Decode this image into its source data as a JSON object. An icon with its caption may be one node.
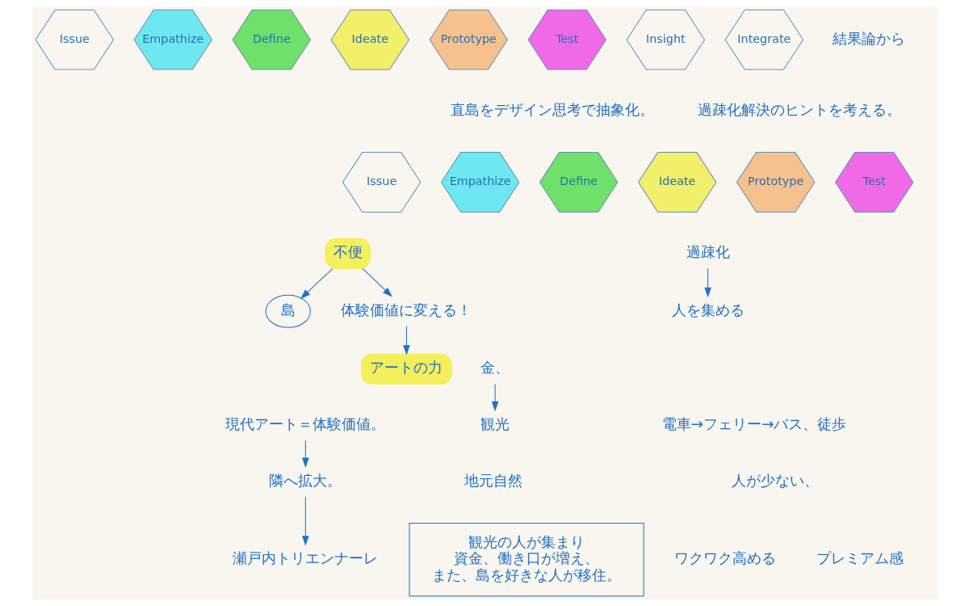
{
  "diagram": {
    "nodes": [
      {
        "text": [
          "Issue"
        ]
      },
      {
        "text": [
          "Empathize"
        ]
      },
      {
        "text": [
          "Define"
        ]
      },
      {
        "text": [
          "Ideate"
        ]
      },
      {
        "text": [
          "Prototype"
        ]
      },
      {
        "text": [
          "Test"
        ]
      },
      {
        "text": [
          "Insight"
        ]
      },
      {
        "text": [
          "Integrate"
        ]
      },
      {
        "text": [
          "Issue"
        ]
      },
      {
        "text": [
          "Empathize"
        ]
      },
      {
        "text": [
          "Define"
        ]
      },
      {
        "text": [
          "Ideate"
        ]
      },
      {
        "text": [
          "Prototype"
        ]
      },
      {
        "text": [
          "Test"
        ]
      },
      {
        "text": [
          "不便"
        ]
      },
      {
        "text": [
          "島"
        ]
      },
      {
        "text": [
          "体験価値に変える！"
        ]
      },
      {
        "text": [
          "アートの力"
        ]
      },
      {
        "text": [
          "現代アート＝体験価値。"
        ]
      },
      {
        "text": [
          "隣へ拡大。"
        ]
      },
      {
        "text": [
          "瀬戸内トリエンナーレ"
        ]
      },
      {
        "text": [
          "過疎化"
        ]
      },
      {
        "text": [
          "人を集める"
        ]
      },
      {
        "text": [
          "金、"
        ]
      },
      {
        "text": [
          "観光"
        ]
      },
      {
        "text": [
          "観光の人が集まり",
          "資金、働き口が増え、",
          "また、島を好きな人が移住。"
        ]
      }
    ],
    "edges": [
      {
        "from": 14,
        "to": 15,
        "arrow": "to"
      },
      {
        "from": 14,
        "to": 16,
        "arrow": "to"
      },
      {
        "from": 16,
        "to": 17,
        "arrow": "to"
      },
      {
        "from": 18,
        "to": 19,
        "arrow": "to"
      },
      {
        "from": 19,
        "to": 20,
        "arrow": "to"
      },
      {
        "from": 21,
        "to": 22,
        "arrow": "to"
      },
      {
        "from": 23,
        "to": 24,
        "arrow": "to"
      }
    ],
    "labels": [
      "結果論から",
      "直島をデザイン思考で抽象化。",
      "過疎化解決のヒントを考える。",
      "電車→フェリー→バス、徒歩",
      "地元自然",
      "ワクワク高める",
      "人が少ない、",
      "プレミアム感"
    ]
  }
}
